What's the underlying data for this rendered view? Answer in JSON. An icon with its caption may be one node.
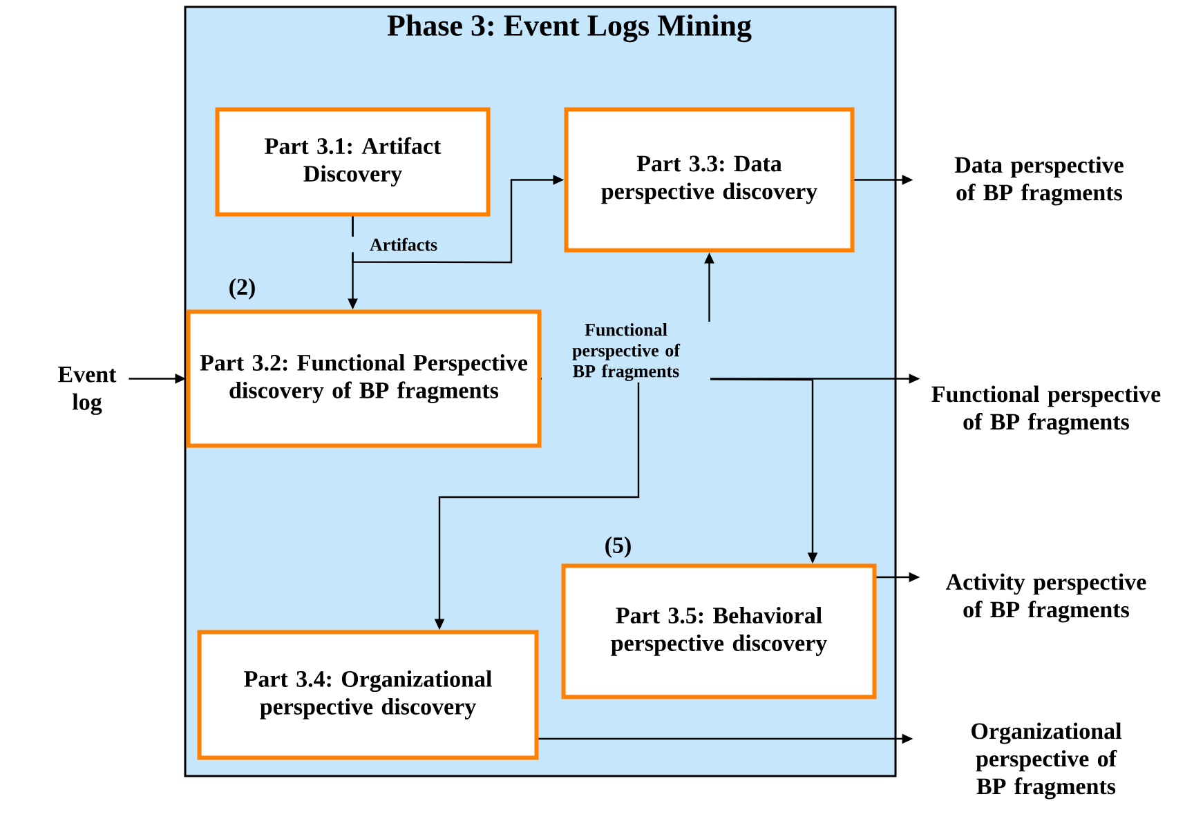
{
  "diagram": {
    "nodes": [
      {
        "text": [
          "Phase 3: Event Logs Mining"
        ]
      },
      {
        "text": [
          "Part 3.1: Artifact Discovery"
        ],
        "in": 0
      },
      {
        "text": [
          "Part 3.2: Functional Perspective discovery of BP fragments"
        ],
        "in": 0,
        "beside": [
          "(2)"
        ]
      },
      {
        "text": [
          "Part 3.3: Data perspective discovery"
        ],
        "in": 0
      },
      {
        "text": [
          "Part 3.4: Organizational perspective discovery"
        ],
        "in": 0
      },
      {
        "text": [
          "Part 3.5: Behavioral perspective discovery"
        ],
        "in": 0,
        "beside": [
          "(5)"
        ]
      },
      {
        "text": [
          "Event log"
        ]
      },
      {
        "text": [
          "Data perspective of BP fragments"
        ]
      },
      {
        "text": [
          "Functional perspective of BP fragments"
        ]
      },
      {
        "text": [
          "Activity perspective of BP fragments"
        ]
      },
      {
        "text": [
          "Organizational perspective of BP fragments"
        ]
      }
    ],
    "edges": [
      {
        "from": 1,
        "to": 2,
        "arrow": "to"
      },
      {
        "from": 1,
        "to": 3,
        "arrow": "to",
        "label": "Artifacts"
      },
      {
        "from": 6,
        "to": 2,
        "arrow": "to"
      },
      {
        "from": 2,
        "to": 3,
        "arrow": "to"
      },
      {
        "from": 2,
        "to": 8,
        "arrow": "to",
        "label": "Functional perspective of BP fragments"
      },
      {
        "from": 2,
        "to": 4,
        "arrow": "to"
      },
      {
        "from": 2,
        "to": 5,
        "arrow": "to"
      },
      {
        "from": 3,
        "to": 7,
        "arrow": "to"
      },
      {
        "from": 5,
        "to": 9,
        "arrow": "to"
      },
      {
        "from": 4,
        "to": 10,
        "arrow": "to"
      }
    ]
  }
}
